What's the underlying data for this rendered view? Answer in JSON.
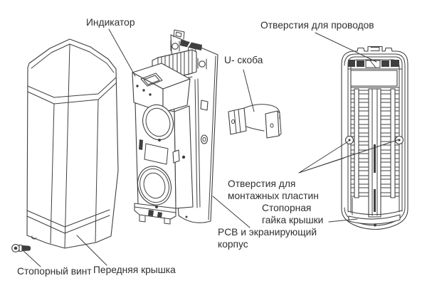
{
  "colors": {
    "bg": "#ffffff",
    "line": "#3f3f3f",
    "ink": "#2f2f2f"
  },
  "labels": {
    "indicator": "Индикатор",
    "wire_holes": "Отверстия для проводов",
    "u_bracket": "U- скоба",
    "mounting_plate_holes": [
      "Отверстия для",
      "монтажных пластин"
    ],
    "cover_lock_nut": [
      "Стопорная",
      "гайка крышки"
    ],
    "pcb_shield": [
      "PCB и экранирующий",
      "корпус"
    ],
    "lock_screw": "Стопорный винт",
    "front_cover": "Передняя крышка"
  }
}
